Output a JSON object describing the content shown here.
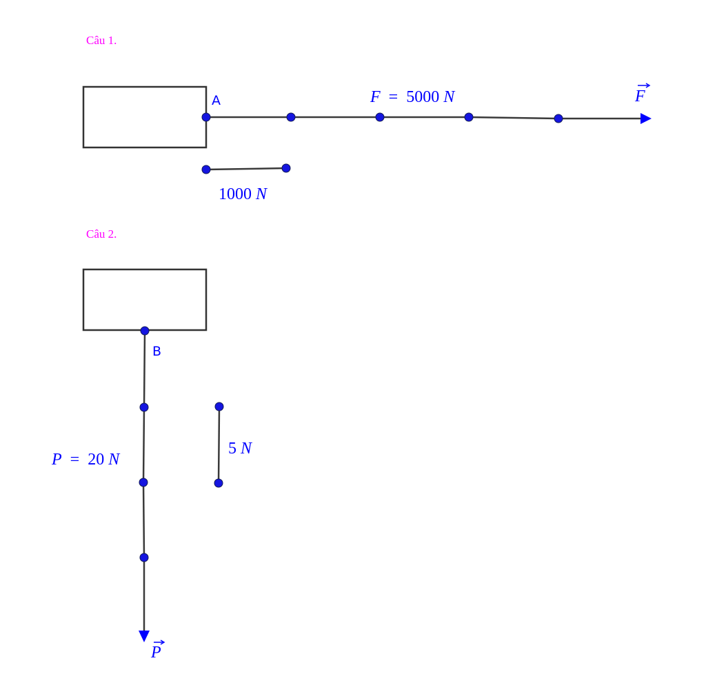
{
  "colors": {
    "heading": "#ff00ff",
    "label": "#0000ff",
    "point": "#1515e0",
    "line": "#3a3a3a",
    "arrow": "#0000ff"
  },
  "question1": {
    "heading": "Câu 1.",
    "point_label": "A",
    "force_symbol": "F",
    "equals": " = ",
    "force_value": "5000",
    "force_unit": "N",
    "scale_value": "1000",
    "scale_unit": "N"
  },
  "question2": {
    "heading": "Câu 2.",
    "point_label": "B",
    "force_symbol": "P",
    "equals": " = ",
    "force_value": "20",
    "force_unit": "N",
    "scale_value": "5",
    "scale_unit": "N"
  }
}
